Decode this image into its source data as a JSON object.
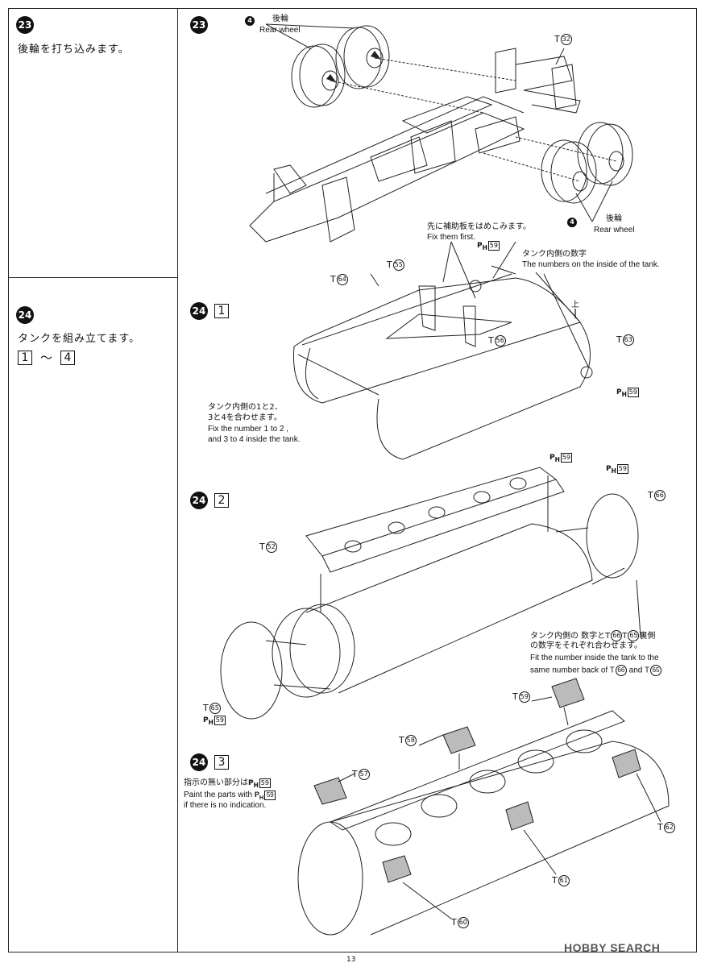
{
  "step23": {
    "number": "23",
    "text_jp": "後輪を打ち込みます。",
    "label_jp": "後輪",
    "label_en": "Rear wheel",
    "small_num": "4",
    "part_t32": "T",
    "part_t32_num": "32"
  },
  "step24": {
    "number": "24",
    "text_jp": "タンクを組み立てます。",
    "range_from": "1",
    "range_sep": "～",
    "range_to": "4"
  },
  "sub1": {
    "box": "1",
    "note1_jp": "先に補助板をはめこみます。",
    "note1_en": "Fix them first.",
    "note2_jp": "タンク内側の数字",
    "note2_en": "The numbers on the inside of the tank.",
    "note3_jp1": "タンク内側の1と2、",
    "note3_jp2": "3と4を合わせます。",
    "note3_en1": "Fix the number 1 to 2 ,",
    "note3_en2": "and 3 to 4 inside the  tank.",
    "up_jp": "上",
    "parts": {
      "t64": "64",
      "t55": "55",
      "t56": "56",
      "t63": "63",
      "ph59": "59"
    }
  },
  "sub2": {
    "box": "2",
    "note_jp1": "タンク内側の 数字とT",
    "note_jp1b": "66",
    "note_jp1c": "T",
    "note_jp1d": "65",
    "note_jp1e": "裏側",
    "note_jp2": "の数字をそれぞれ合わせます。",
    "note_en1": "Fit the number inside the tank to the",
    "note_en2": "same number back of T",
    "note_en2b": "66",
    "note_en2c": "and T",
    "note_en2d": "65",
    "parts": {
      "t52": "52",
      "t66": "66",
      "t65": "65",
      "ph59": "59"
    }
  },
  "sub3": {
    "box": "3",
    "note_jp": "指示の無い部分は",
    "note_en1": "Paint the parts with",
    "note_en2": "if there is no indication.",
    "parts": {
      "t57": "57",
      "t58": "58",
      "t59": "59",
      "t60": "60",
      "t61": "61",
      "t62": "62",
      "ph59": "59"
    }
  },
  "page_number": "13",
  "watermark": "HOBBY SEARCH"
}
